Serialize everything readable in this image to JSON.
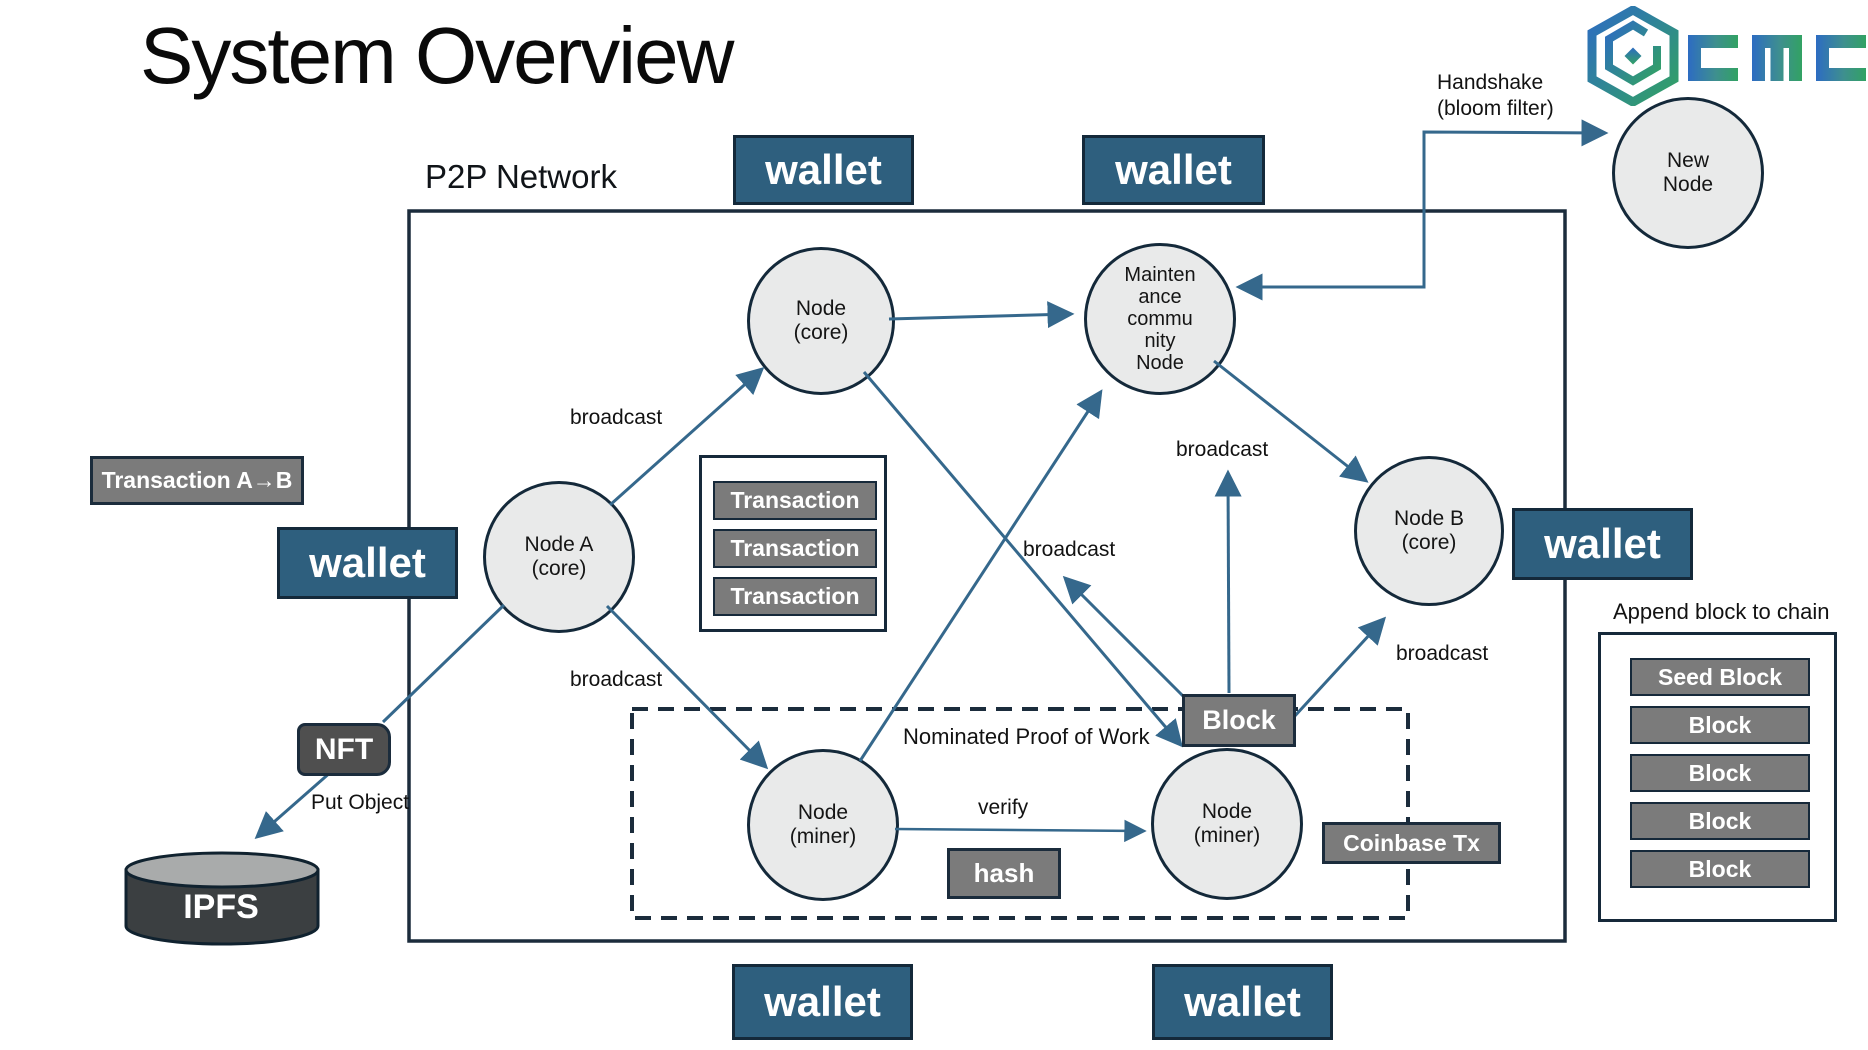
{
  "title": "System Overview",
  "network_label": "P2P Network",
  "logo": {
    "text": "CMC",
    "icon": "hexagon-g-logo",
    "blue": "#2d6cc2",
    "green": "#32a263"
  },
  "labels": {
    "wallet": "wallet",
    "transaction": "Transaction",
    "transaction_ab": "Transaction A→B",
    "broadcast": "broadcast",
    "verify": "verify",
    "hash": "hash",
    "block": "Block",
    "coinbase_tx": "Coinbase Tx",
    "nft": "NFT",
    "ipfs": "IPFS",
    "put_object": "Put Object",
    "npow": "Nominated Proof of Work",
    "handshake_line1": "Handshake",
    "handshake_line2": "(bloom filter)",
    "append_chain": "Append block to chain"
  },
  "nodes": {
    "node_core": [
      "Node",
      "(core)"
    ],
    "maintenance": [
      "Mainten",
      "ance",
      "commu",
      "nity",
      "Node"
    ],
    "node_a": [
      "Node A",
      "(core)"
    ],
    "node_b": [
      "Node B",
      "(core)"
    ],
    "miner_left": [
      "Node",
      "(miner)"
    ],
    "miner_right": [
      "Node",
      "(miner)"
    ],
    "new_node": [
      "New",
      "Node"
    ]
  },
  "chain_blocks": [
    "Seed Block",
    "Block",
    "Block",
    "Block",
    "Block"
  ],
  "colors": {
    "wallet_fill": "#2e5f7e",
    "arrow": "#35688c",
    "dark_border": "#1b2c3c",
    "gray_box": "#7b7b7b",
    "nft_fill": "#4f4f4f",
    "node_fill": "#e9eaea",
    "ipfs_body": "#3b3f41",
    "ipfs_top": "#a9abab"
  }
}
